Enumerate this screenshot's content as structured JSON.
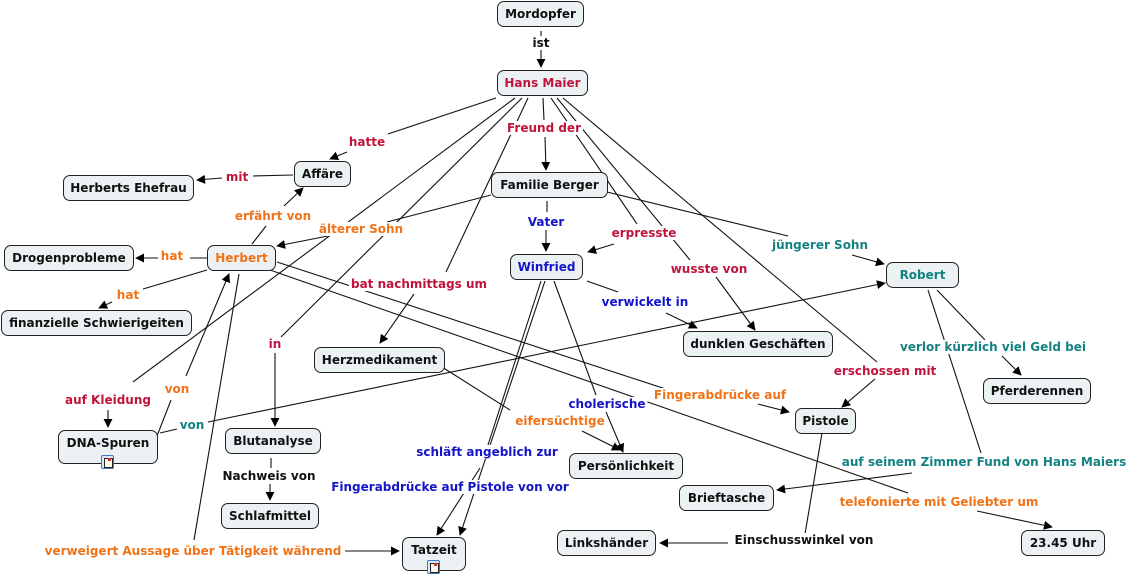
{
  "colors": {
    "black": "#111111",
    "red": "#c0143c",
    "orange": "#f07318",
    "blue": "#1414c8",
    "teal": "#148282",
    "node_fill": "#ecf2f4"
  },
  "concepts": {
    "mordopfer": "Mordopfer",
    "hans_maier": "Hans Maier",
    "affaere": "Affäre",
    "herberts_ehefrau": "Herberts Ehefrau",
    "familie_berger": "Familie Berger",
    "drogenprobleme": "Drogenprobleme",
    "herbert": "Herbert",
    "winfried": "Winfried",
    "robert": "Robert",
    "finanzielle": "finanzielle Schwierigeiten",
    "herzmedikament": "Herzmedikament",
    "dunklen_geschaeften": "dunklen Geschäften",
    "pferderennen": "Pferderennen",
    "dna_spuren": "DNA-Spuren",
    "blutanalyse": "Blutanalyse",
    "pistole": "Pistole",
    "persoenlichkeit": "Persönlichkeit",
    "brieftasche": "Brieftasche",
    "schlafmittel": "Schlafmittel",
    "tatzeit": "Tatzeit",
    "linkshaender": "Linkshänder",
    "uhr": "23.45 Uhr"
  },
  "links": {
    "ist": "ist",
    "hatte": "hatte",
    "freund_der": "Freund der",
    "mit": "mit",
    "erfaehrt_von": "erfährt von",
    "aelterer_sohn": "älterer Sohn",
    "vater": "Vater",
    "erpresste": "erpresste",
    "juengerer_sohn": "jüngerer Sohn",
    "hat1": "hat",
    "hat2": "hat",
    "wusste_von": "wusste von",
    "bat_nachmittags": "bat nachmittags um",
    "verwickelt_in": "verwickelt in",
    "in": "in",
    "verlor": "verlor kürzlich viel Geld bei",
    "erschossen_mit": "erschossen mit",
    "von_orange": "von",
    "auf_kleidung": "auf Kleidung",
    "fingerabdruecke_auf": "Fingerabdrücke auf",
    "cholerische": "cholerische",
    "von_teal": "von",
    "eifersuechtige": "eifersüchtige",
    "schlaeft": "schläft angeblich zur",
    "nachweis_von": "Nachweis von",
    "auf_seinem_zimmer": "auf seinem Zimmer Fund von Hans Maiers",
    "fingerabdruecke_pistole": "Fingerabdrücke auf Pistole von vor",
    "telefonierte": "telefonierte mit Geliebter um",
    "verweigert": "verweigert Aussage über Tätigkeit während",
    "einschusswinkel": "Einschusswinkel von"
  },
  "attachments": {
    "dna_spuren": "document-icon",
    "tatzeit": "document-icon"
  }
}
